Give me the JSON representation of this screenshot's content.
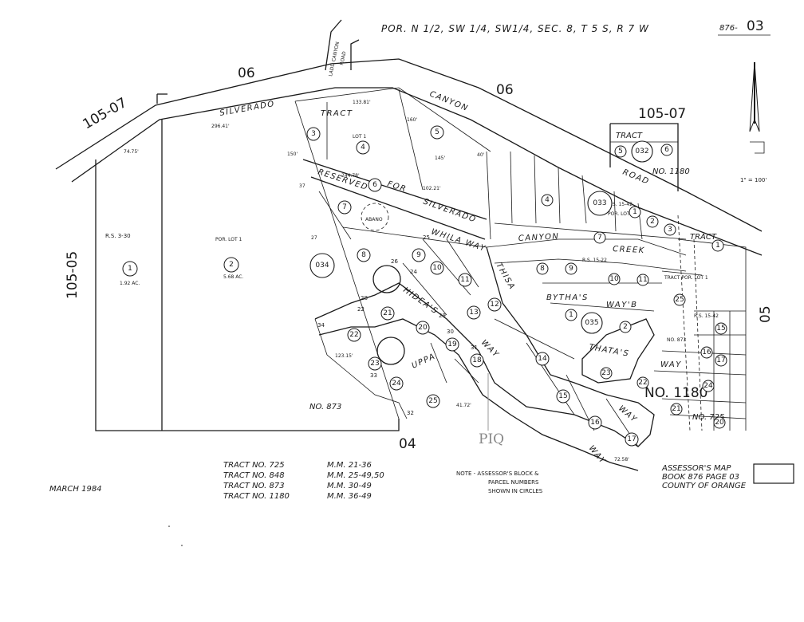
{
  "header": {
    "title": "POR. N 1/2, SW 1/4, SW1/4, SEC. 8, T 5 S, R 7 W",
    "map_number_prefix": "876-",
    "map_number_suffix": "03",
    "scale": "1\" = 100'"
  },
  "roads": {
    "silverado": "SILVERADO",
    "canyon_top": "CANYON",
    "road_right": "ROAD",
    "ladd_canyon": "LADD CANYON",
    "ladd_road": "ROAD",
    "reserved": "RESERVED",
    "for": "FOR",
    "silverado_reserved": "SILVERADO",
    "whila_way": "WHILA WAY",
    "canyon_creek_1": "CANYON",
    "canyon_creek_2": "CREEK",
    "thisa": "THISA",
    "hidea": "HIDEA'S",
    "bytha": "BYTHA'S",
    "way_b": "WAY'B",
    "thata": "THATA'S",
    "way_t": "WAY",
    "uppa": "UPPA",
    "way_u": "WAY",
    "way_lower": "WAY",
    "way_bottom": "WAY",
    "abano": "ABANO"
  },
  "blocks": {
    "b06_left": "06",
    "b06_right": "06",
    "b105_07_left": "105-07",
    "b105_07_right": "105-07",
    "b105_05": "105-05",
    "b05": "05",
    "b04": "04",
    "b032": "032",
    "b033": "033",
    "b034": "034",
    "b035": "035"
  },
  "tract_labels": {
    "tract_top": "TRACT",
    "tract_right": "TRACT",
    "no_1180_top": "NO. 1180",
    "tract_far_right": "TRACT",
    "tract_por_lot": "TRACT POR. LOT 1",
    "rs_15_42_a": "R.S. 15-42",
    "rs_15_42_b": "R.S. 15-42",
    "rs_15_22": "R.S. 15-22",
    "por_lot_1_a": "POR. LOT 1",
    "por_lot_1_b": "POR. LOT 1",
    "lot_1": "LOT 1",
    "no_873": "NO. 873",
    "no_873_small": "NO. 873",
    "no_1180_bottom": "NO. 1180",
    "no_725": "NO. 725",
    "rs_3_30": "R.S. 3-30",
    "acres_1": "1.92 AC.",
    "acres_2": "5.68 AC.",
    "pen_note": "PIQ"
  },
  "tracts_table": [
    {
      "tract": "TRACT  NO.  725",
      "mm": "M.M.  21-36"
    },
    {
      "tract": "TRACT  NO.  848",
      "mm": "M.M.  25-49,50"
    },
    {
      "tract": "TRACT  NO.  873",
      "mm": "M.M.  30-49"
    },
    {
      "tract": "TRACT  NO.  1180",
      "mm": "M.M.  36-49"
    }
  ],
  "footer": {
    "date": "MARCH 1984",
    "note_1": "NOTE  -  ASSESSOR'S BLOCK  &",
    "note_2": "PARCEL  NUMBERS",
    "note_3": "SHOWN  IN  CIRCLES",
    "assessor_1": "ASSESSOR'S MAP",
    "assessor_2": "BOOK 876  PAGE 03",
    "assessor_3": "COUNTY OF ORANGE"
  },
  "dimensions": {
    "d1": "296.41'",
    "d2": "244.78'",
    "d3": "133.81'",
    "d4": "102.21'",
    "d5": "74.75'",
    "d6": "41.72'",
    "d7": "123.15'",
    "d8": "72.58'",
    "d9": "150'",
    "d10": "160'",
    "d11": "145'",
    "d12": "40'",
    "d13": "37"
  },
  "parcels": {
    "p1": "1",
    "p2": "2",
    "p3": "3",
    "p4": "4",
    "p5": "5",
    "p6": "6",
    "p7": "7",
    "p8": "8",
    "p9": "9",
    "p10": "10",
    "p11": "11",
    "p12": "12",
    "p13": "13",
    "p14": "14",
    "p15": "15",
    "p16": "16",
    "p17": "17",
    "p18": "18",
    "p19": "19",
    "p20": "20",
    "p21": "21",
    "p22": "22",
    "p23": "23",
    "p24": "24",
    "p25": "25"
  },
  "lot_numbers": {
    "n22": "22",
    "n27": "27",
    "n34": "34",
    "n28": "28",
    "n33": "33",
    "n32": "32",
    "n31": "31",
    "n30": "30",
    "n29": "29",
    "n25": "25",
    "n26": "26",
    "n24": "24"
  }
}
